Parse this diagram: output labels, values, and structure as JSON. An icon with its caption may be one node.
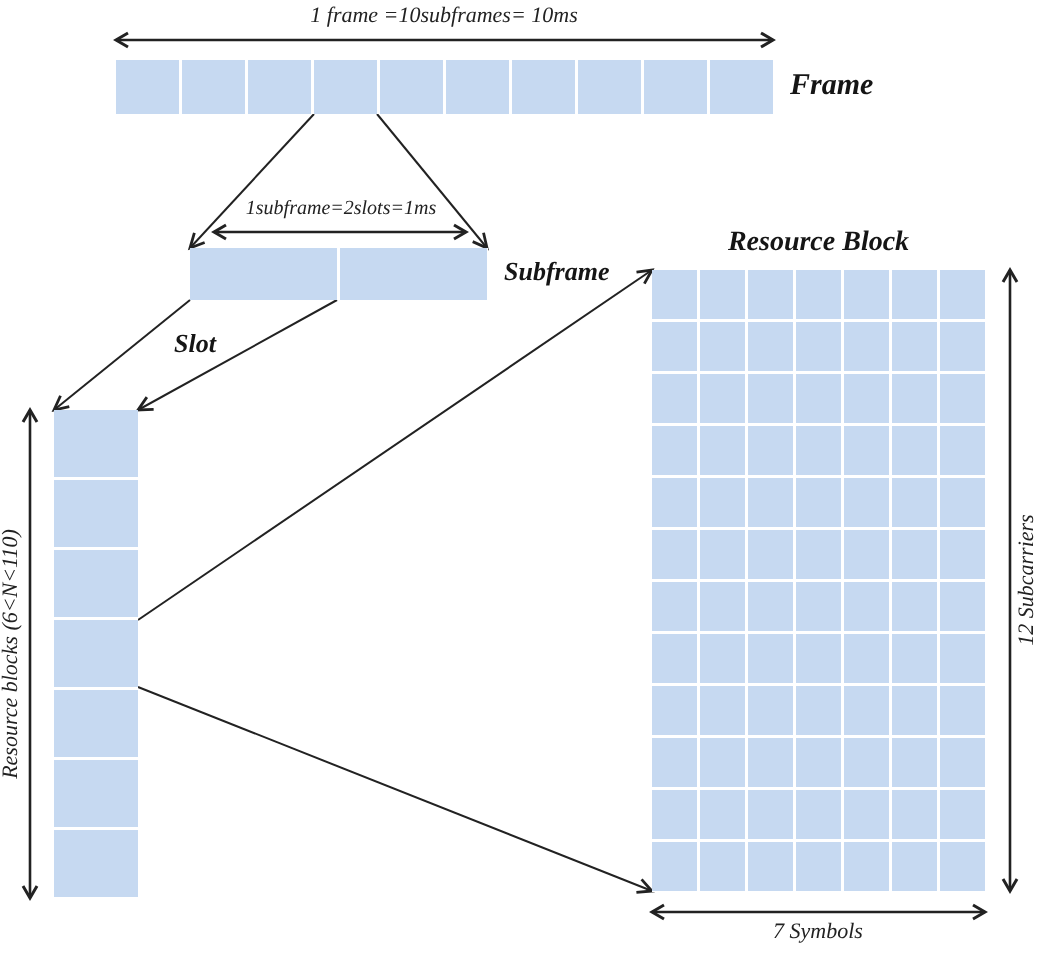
{
  "diagram": {
    "nodes": [
      {
        "text": [
          "Frame"
        ]
      },
      {
        "text": [
          "Subframe"
        ]
      },
      {
        "text": [
          "Slot"
        ]
      },
      {
        "text": [
          "Resource Block"
        ]
      }
    ],
    "edges": [
      {
        "from": 0,
        "to": 1,
        "arrow": "to"
      },
      {
        "from": 0,
        "to": 1,
        "arrow": "to"
      },
      {
        "from": 1,
        "to": 2,
        "arrow": "to"
      },
      {
        "from": 1,
        "to": 2,
        "arrow": "to"
      },
      {
        "from": 2,
        "to": 3,
        "arrow": "to"
      },
      {
        "from": 2,
        "to": 3,
        "arrow": "to"
      }
    ],
    "labels": [
      "1 frame =10subframes= 10ms",
      "1subframe=2slots=1ms",
      "Resource blocks (6<N<110)",
      "12 Subcarriers",
      "7 Symbols"
    ]
  }
}
